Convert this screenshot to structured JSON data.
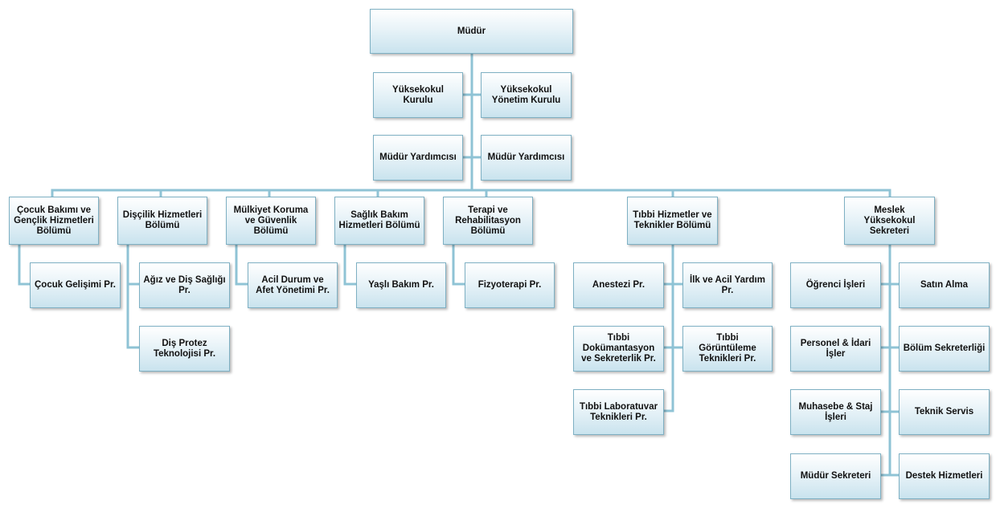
{
  "nodes": {
    "mudur": "Müdür",
    "yuksekokul_kurulu": "Yüksekokul Kurulu",
    "yuksekokul_yonetim_kurulu": "Yüksekokul Yönetim Kurulu",
    "mudur_yardimcisi_1": "Müdür Yardımcısı",
    "mudur_yardimcisi_2": "Müdür Yardımcısı",
    "cocuk_bakimi_bolumu": "Çocuk Bakımı ve Gençlik Hizmetleri Bölümü",
    "discilik_bolumu": "Dişçilik Hizmetleri Bölümü",
    "mulkiyet_bolumu": "Mülkiyet Koruma ve Güvenlik Bölümü",
    "saglik_bakim_bolumu": "Sağlık Bakım Hizmetleri Bölümü",
    "terapi_bolumu": "Terapi ve Rehabilitasyon Bölümü",
    "tibbi_bolumu": "Tıbbi Hizmetler ve Teknikler Bölümü",
    "meslek_sekreteri": "Meslek Yüksekokul Sekreteri",
    "cocuk_gelisimi": "Çocuk Gelişimi Pr.",
    "agiz_dis": "Ağız ve Diş Sağlığı Pr.",
    "dis_protez": "Diş Protez Teknolojisi Pr.",
    "acil_durum": "Acil Durum ve Afet Yönetimi Pr.",
    "yasli_bakim": "Yaşlı Bakım Pr.",
    "fizyoterapi": "Fizyoterapi Pr.",
    "anestezi": "Anestezi Pr.",
    "ilk_acil": "İlk ve Acil Yardım Pr.",
    "tibbi_dokumantasyon": "Tıbbi Dokümantasyon ve Sekreterlik Pr.",
    "tibbi_goruntuleme": "Tıbbi Görüntüleme Teknikleri Pr.",
    "tibbi_laboratuvar": "Tıbbi Laboratuvar Teknikleri Pr.",
    "ogrenci_isleri": "Öğrenci İşleri",
    "satin_alma": "Satın Alma",
    "personel_idari": "Personel & İdari İşler",
    "bolum_sekreterligi": "Bölüm Sekreterliği",
    "muhasebe_staj": "Muhasebe & Staj İşleri",
    "teknik_servis": "Teknik Servis",
    "mudur_sekreteri": "Müdür Sekreteri",
    "destek_hizmetleri": "Destek Hizmetleri"
  },
  "colors": {
    "connector": "#8fc3d5",
    "box_border": "#7eb0c3",
    "box_fill_top": "#ffffff",
    "box_fill_bottom": "#c9e3ee"
  }
}
